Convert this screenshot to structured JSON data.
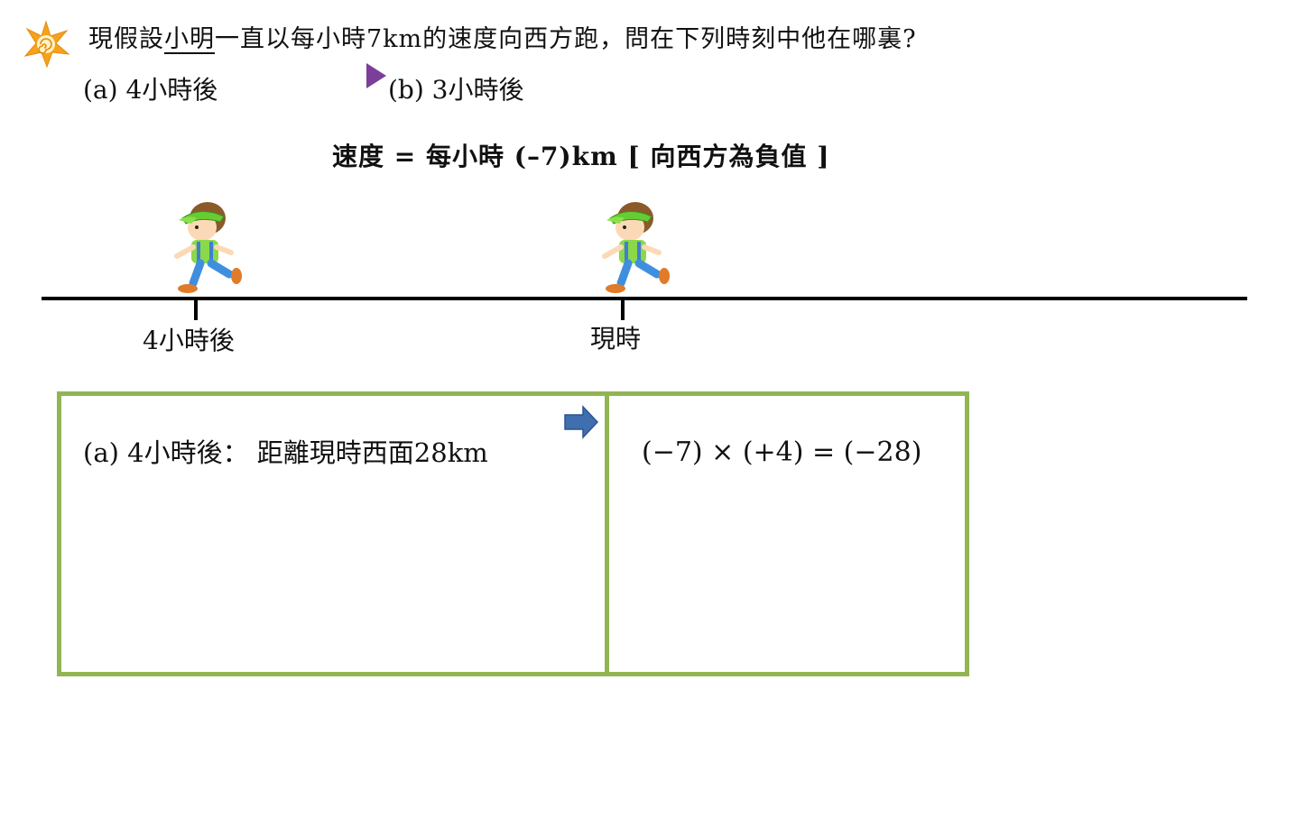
{
  "question": {
    "prefix": "現假設",
    "name": "小明",
    "suffix": "一直以每小時7km的速度向西方跑，問在下列時刻中他在哪裏?",
    "option_a": "(a) 4小時後",
    "option_b": "(b) 3小時後"
  },
  "speed_line": "速度 = 每小時 (–7)km  [ 向西方為負值 ]",
  "number_line": {
    "label_left": "4小時後",
    "label_now": "現時"
  },
  "answer": {
    "left_text": "(a) 4小時後：  距離現時西面28km",
    "equation": "(−7) × (+4) = (−28)"
  },
  "colors": {
    "box_border": "#92b554",
    "star": "#f6a21a",
    "play": "#7b3f9a",
    "arrow": "#3f6fae"
  }
}
